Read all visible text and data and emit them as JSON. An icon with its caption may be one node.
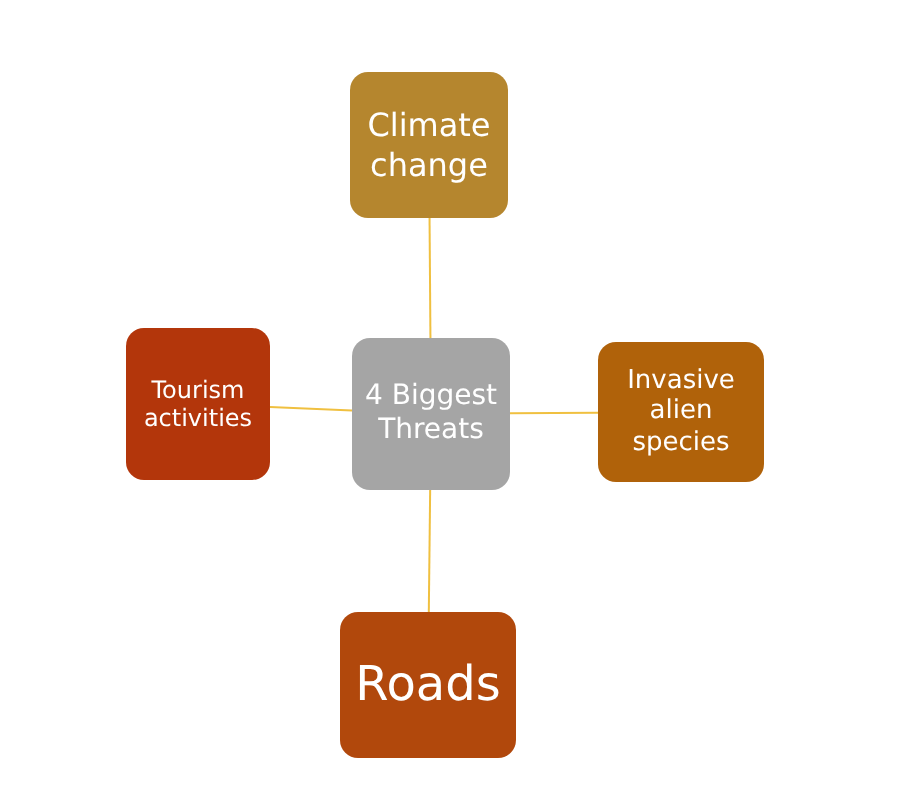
{
  "diagram": {
    "nodes": [
      {
        "text": [
          "4 Biggest Threats"
        ]
      },
      {
        "text": [
          "Climate change"
        ]
      },
      {
        "text": [
          "Tourism activities"
        ]
      },
      {
        "text": [
          "Invasive alien species"
        ]
      },
      {
        "text": [
          "Roads"
        ]
      }
    ],
    "edges": [
      {
        "from": 0,
        "to": 1,
        "arrow": "none"
      },
      {
        "from": 0,
        "to": 2,
        "arrow": "none"
      },
      {
        "from": 0,
        "to": 3,
        "arrow": "none"
      },
      {
        "from": 0,
        "to": 4,
        "arrow": "none"
      }
    ]
  }
}
